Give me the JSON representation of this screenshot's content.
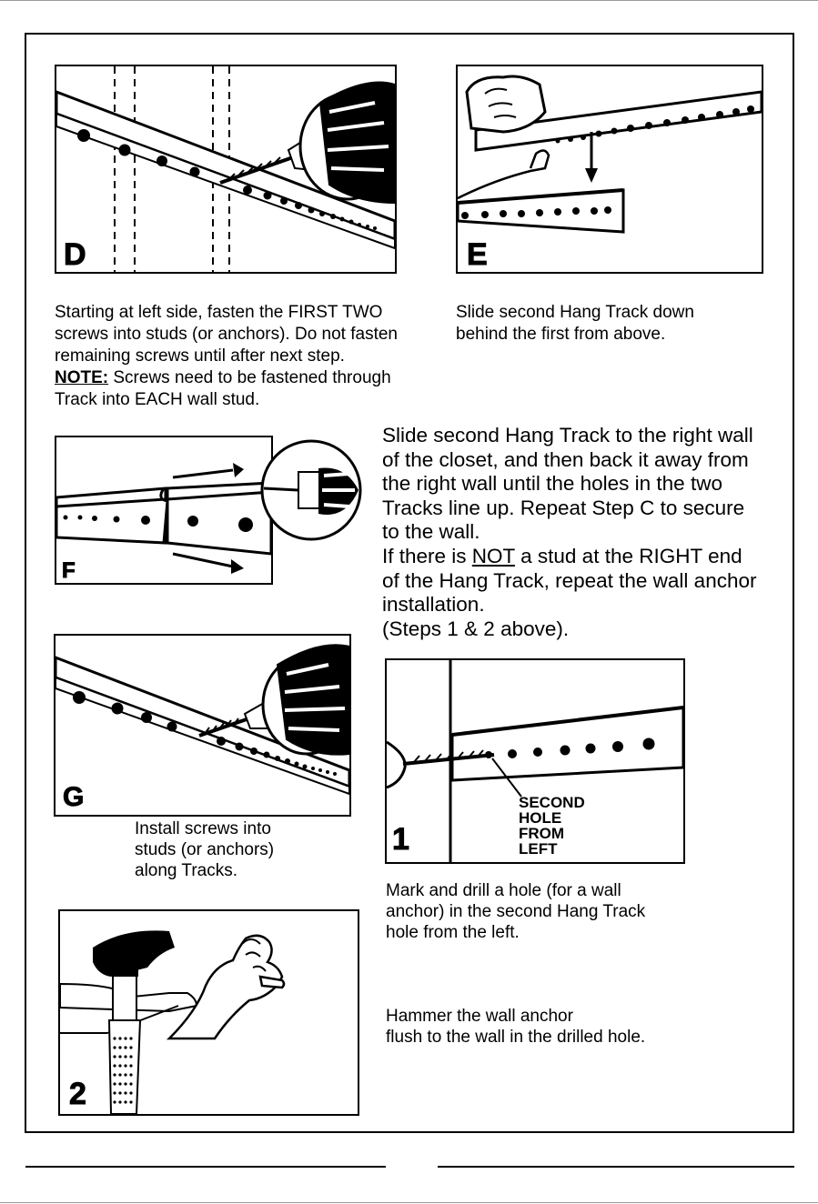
{
  "panels": {
    "d": {
      "letter": "D"
    },
    "e": {
      "letter": "E"
    },
    "f": {
      "letter": "F"
    },
    "g": {
      "letter": "G"
    },
    "step1": {
      "letter": "1"
    },
    "step2": {
      "letter": "2"
    }
  },
  "text_d": {
    "line1": "Starting at left side, fasten the FIRST TWO",
    "line2": "screws into studs (or anchors). Do not fasten",
    "line3": "remaining screws until after next step.",
    "note_label": "NOTE:",
    "note_rest": " Screws need to be fastened through",
    "line5": "Track into EACH wall stud."
  },
  "text_e": {
    "line1": "Slide second Hang Track down",
    "line2": "behind the first from above."
  },
  "text_f": {
    "line1": "Slide second Hang Track to the right wall",
    "line2": "of the closet, and then back it away from",
    "line3": "the right wall until the holes in the two",
    "line4": "Tracks line up. Repeat Step C to secure",
    "line5": "to the wall.",
    "line6_pre": "If there is ",
    "line6_not": "NOT",
    "line6_post": " a stud at the RIGHT end",
    "line7": "of the Hang Track, repeat the wall anchor",
    "line8": "installation.",
    "line9": "(Steps 1 & 2 above)."
  },
  "text_g": {
    "line1": "Install screws into",
    "line2": "studs (or anchors)",
    "line3": "along Tracks."
  },
  "callout_1": {
    "line1": "SECOND",
    "line2": "HOLE",
    "line3": "FROM",
    "line4": "LEFT"
  },
  "text_1": {
    "line1": "Mark and drill a hole (for a wall",
    "line2": "anchor) in the second Hang Track",
    "line3": "hole from the left."
  },
  "text_2": {
    "line1": "Hammer the wall anchor",
    "line2": "flush to the wall in the drilled hole."
  }
}
